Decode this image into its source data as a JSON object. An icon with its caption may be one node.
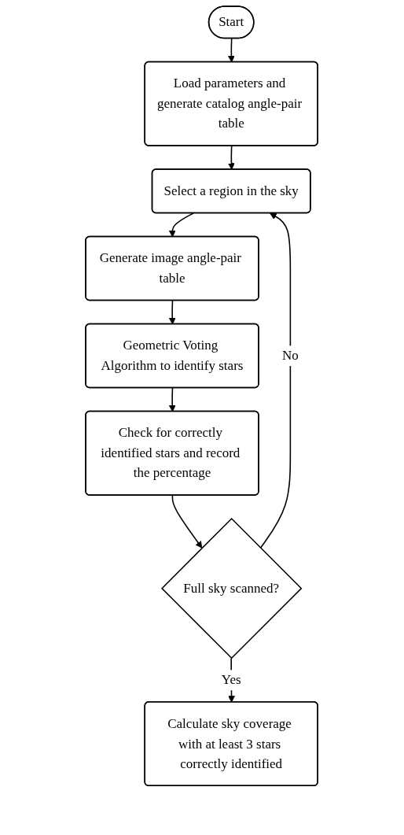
{
  "diagram": {
    "nodes": [
      {
        "text": [
          "Start"
        ]
      },
      {
        "text": [
          "Load parameters and generate catalog angle-pair table"
        ]
      },
      {
        "text": [
          "Select a region in the sky"
        ]
      },
      {
        "text": [
          "Generate image angle-pair table"
        ]
      },
      {
        "text": [
          "Geometric Voting Algorithm to identify stars"
        ]
      },
      {
        "text": [
          "Check for correctly identified stars and record the percentage"
        ]
      },
      {
        "text": [
          "Full sky scanned?"
        ]
      },
      {
        "text": [
          "Calculate sky coverage with at least 3 stars correctly identified"
        ]
      }
    ],
    "edges": [
      {
        "from": 0,
        "to": 1,
        "arrow": "to"
      },
      {
        "from": 1,
        "to": 2,
        "arrow": "to"
      },
      {
        "from": 2,
        "to": 3,
        "arrow": "to"
      },
      {
        "from": 3,
        "to": 4,
        "arrow": "to"
      },
      {
        "from": 4,
        "to": 5,
        "arrow": "to"
      },
      {
        "from": 5,
        "to": 6,
        "arrow": "to"
      },
      {
        "from": 6,
        "to": 2,
        "label": "No",
        "arrow": "to"
      },
      {
        "from": 6,
        "to": 7,
        "label": "Yes",
        "arrow": "to"
      }
    ]
  }
}
